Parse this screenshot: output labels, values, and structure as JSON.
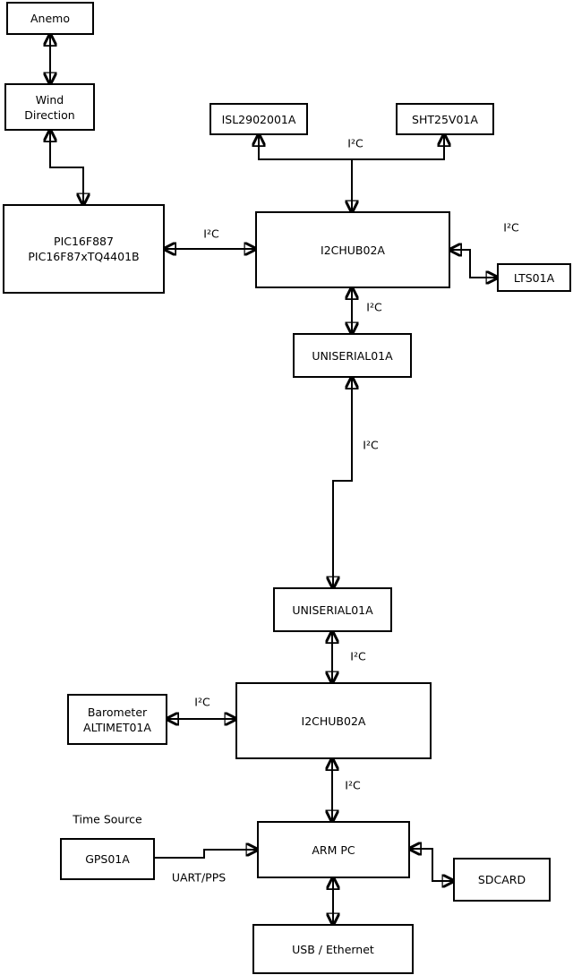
{
  "diagram": {
    "kind": "hardware-block-diagram",
    "labels": {
      "i2c": "I²C",
      "uart_pps": "UART/PPS",
      "time_source": "Time Source"
    },
    "nodes": {
      "anemo": {
        "lines": [
          "Anemo"
        ]
      },
      "wind_direction": {
        "lines": [
          "Wind",
          "Direction"
        ]
      },
      "pic": {
        "lines": [
          "PIC16F887",
          "PIC16F87xTQ4401B"
        ]
      },
      "isl": {
        "lines": [
          "ISL2902001A"
        ]
      },
      "sht": {
        "lines": [
          "SHT25V01A"
        ]
      },
      "i2c_hub_1": {
        "lines": [
          "I2CHUB02A"
        ]
      },
      "lts": {
        "lines": [
          "LTS01A"
        ]
      },
      "uniserial_1": {
        "lines": [
          "UNISERIAL01A"
        ]
      },
      "uniserial_2": {
        "lines": [
          "UNISERIAL01A"
        ]
      },
      "i2c_hub_2": {
        "lines": [
          "I2CHUB02A"
        ]
      },
      "barometer": {
        "lines": [
          "Barometer",
          "ALTIMET01A"
        ]
      },
      "gps": {
        "lines": [
          "GPS01A"
        ]
      },
      "arm_pc": {
        "lines": [
          "ARM PC"
        ]
      },
      "sdcard": {
        "lines": [
          "SDCARD"
        ]
      },
      "usb_ethernet": {
        "lines": [
          "USB / Ethernet"
        ]
      }
    },
    "edges": [
      {
        "from": "Anemo",
        "to": "Wind Direction",
        "bidirectional": true
      },
      {
        "from": "Wind Direction",
        "to": "PIC16F887 PIC16F87xTQ4401B",
        "bidirectional": true
      },
      {
        "from": "PIC16F887 PIC16F87xTQ4401B",
        "to": "I2CHUB02A (upper)",
        "label": "I²C",
        "bidirectional": true
      },
      {
        "from": "I2CHUB02A (upper)",
        "to": "ISL2902001A",
        "label": "I²C",
        "bidirectional": true
      },
      {
        "from": "I2CHUB02A (upper)",
        "to": "SHT25V01A",
        "label": "I²C",
        "bidirectional": true
      },
      {
        "from": "I2CHUB02A (upper)",
        "to": "LTS01A",
        "label": "I²C",
        "bidirectional": true
      },
      {
        "from": "I2CHUB02A (upper)",
        "to": "UNISERIAL01A (upper)",
        "label": "I²C",
        "bidirectional": true
      },
      {
        "from": "UNISERIAL01A (upper)",
        "to": "UNISERIAL01A (lower)",
        "label": "I²C",
        "bidirectional": true
      },
      {
        "from": "UNISERIAL01A (lower)",
        "to": "I2CHUB02A (lower)",
        "label": "I²C",
        "bidirectional": true
      },
      {
        "from": "Barometer ALTIMET01A",
        "to": "I2CHUB02A (lower)",
        "label": "I²C",
        "bidirectional": true
      },
      {
        "from": "I2CHUB02A (lower)",
        "to": "ARM PC",
        "label": "I²C",
        "bidirectional": true
      },
      {
        "from": "GPS01A",
        "to": "ARM PC",
        "label": "UART/PPS",
        "bidirectional": false
      },
      {
        "from": "ARM PC",
        "to": "SDCARD",
        "bidirectional": true
      },
      {
        "from": "ARM PC",
        "to": "USB / Ethernet",
        "bidirectional": true
      }
    ],
    "colors": {
      "line": "#000000",
      "box_background": "#ffffff",
      "page_background": "#ffffff"
    }
  }
}
